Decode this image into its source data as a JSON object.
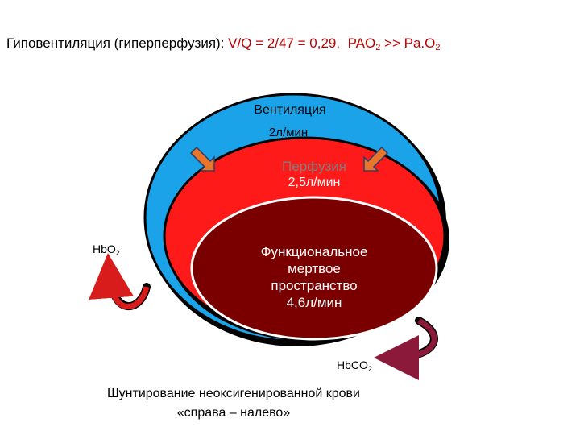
{
  "title": {
    "prefix": "Гиповентиляция (гиперперфузия): ",
    "ratio_label": "V/Q",
    "ratio_expr": " = 2/47 = 0,29.",
    "pao2_main": "PAO",
    "pao2_sub": "2",
    "comparison": " >> Pa.O",
    "pao2b_sub": "2"
  },
  "ventilation": {
    "label": "Вентиляция",
    "value": "2л/мин"
  },
  "perfusion": {
    "label": "Перфузия",
    "value": "2,5л/мин"
  },
  "dead_space": {
    "line1": "Функциональное",
    "line2": "мертвое",
    "line3": "пространство",
    "value": "4,6л/мин"
  },
  "hbo2": {
    "main": "HbO",
    "sub": "2"
  },
  "hbco2": {
    "main": "HbCO",
    "sub": "2"
  },
  "shunt": {
    "line1": "Шунтирование неоксигенированной крови",
    "line2": "«справа – налево»"
  },
  "colors": {
    "outer": "#1aa3e8",
    "middle": "#ff1a1a",
    "inner": "#7a0000",
    "arrow_in": "#e8752a",
    "arrow_red": "#d81b1b",
    "arrow_maroon": "#8b1a3a",
    "title_accent": "#c00000"
  }
}
